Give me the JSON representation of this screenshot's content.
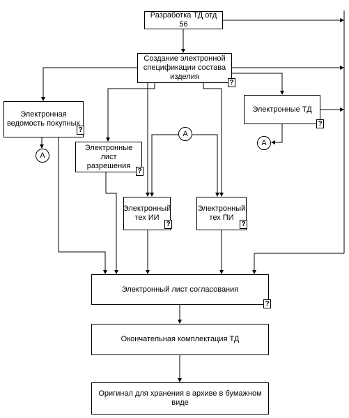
{
  "nodes": {
    "dev_td": "Разработка ТД отд 56",
    "spec": "Создание электронной\nспецификации состава\nизделия",
    "purchased": "Электронная\nведомость покупных",
    "etd": "Электронные ТД",
    "permit": "Электронные лист\nразрешения",
    "tech_ii": "Электронный\nтех ИИ",
    "tech_pi": "Электронный\nтех ПИ",
    "approval": "Электронный лист согласования",
    "final": "Окончательная комплектация ТД",
    "archive": "Оригинал для хранения в архиве в бумажном виде"
  },
  "question_mark": "?",
  "connector_label": "A"
}
